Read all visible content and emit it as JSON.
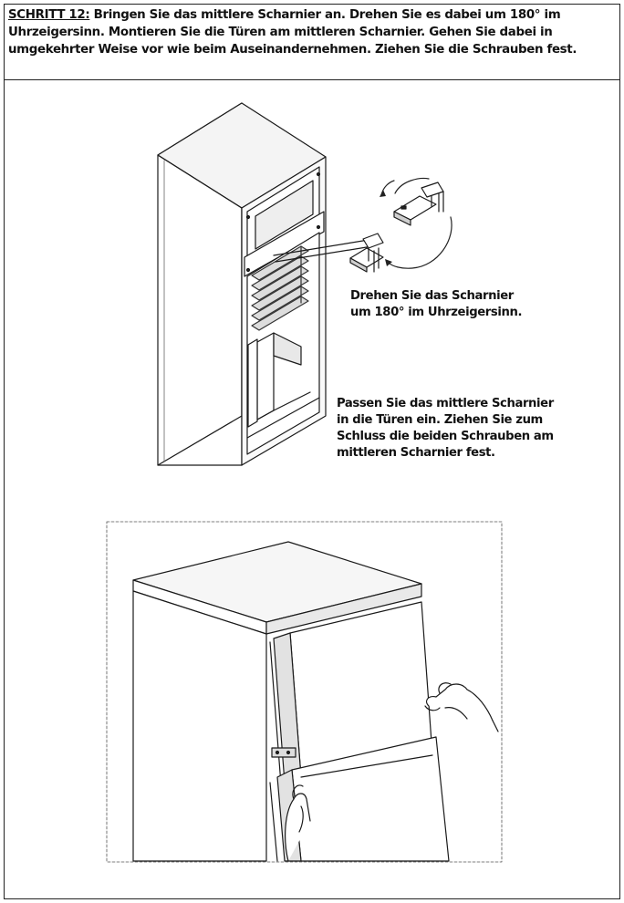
{
  "header": {
    "step_label": "SCHRITT 12:",
    "line1": "Bringen Sie das mittlere Scharnier an. Drehen Sie es dabei um 180° im",
    "line2": "Uhrzeigersinn. Montieren Sie die Türen am mittleren Scharnier. Gehen Sie dabei in",
    "line3": "umgekehrter Weise vor wie beim Auseinandernehmen. Ziehen Sie die Schrauben fest."
  },
  "callouts": {
    "rotate": {
      "line1": "Drehen Sie das Scharnier",
      "line2": "um 180° im Uhrzeigersinn."
    },
    "fit": {
      "line1": "Passen Sie das mittlere Scharnier",
      "line2": "in die Türen ein. Ziehen Sie zum",
      "line3": "Schluss die beiden Schrauben am",
      "line4": "mittleren Scharnier fest."
    }
  }
}
